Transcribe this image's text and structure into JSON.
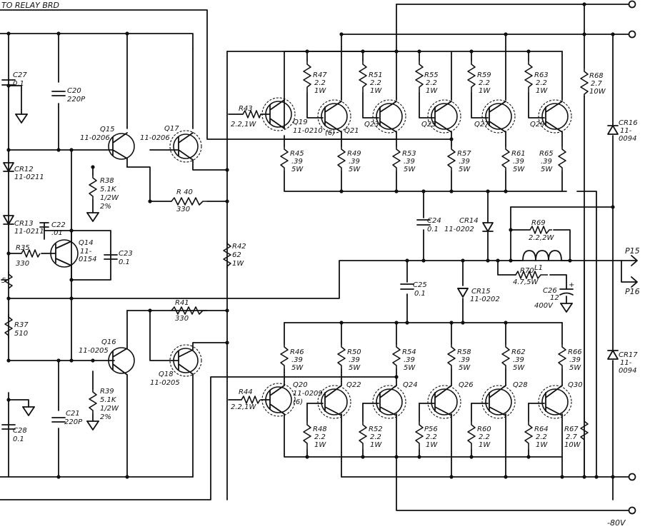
{
  "title_text": "TO RELAY BRD",
  "transistors": [
    {
      "ref": "Q15",
      "part": "11-0206"
    },
    {
      "ref": "Q17",
      "part": "11-0206"
    },
    {
      "ref": "Q14",
      "part": "11-",
      "part2": "0154"
    },
    {
      "ref": "Q16",
      "part": "11-0205"
    },
    {
      "ref": "Q18",
      "part": "11-0205"
    },
    {
      "ref": "Q19",
      "part": "11-0210",
      "extra": "(6)"
    },
    {
      "ref": "Q21"
    },
    {
      "ref": "Q23"
    },
    {
      "ref": "Q25"
    },
    {
      "ref": "Q27"
    },
    {
      "ref": "Q29"
    },
    {
      "ref": "Q20",
      "part": "11-0209",
      "extra": "(6)"
    },
    {
      "ref": "Q22"
    },
    {
      "ref": "Q24"
    },
    {
      "ref": "Q26"
    },
    {
      "ref": "Q28"
    },
    {
      "ref": "Q30"
    }
  ],
  "resistors": {
    "R43": {
      "ref": "R43",
      "val": "2.2,1W"
    },
    "R44": {
      "ref": "R44",
      "val": "2.2,1W"
    },
    "R47": {
      "ref": "R47",
      "v1": "2.2",
      "v2": "1W"
    },
    "R51": {
      "ref": "R51",
      "v1": "2.2",
      "v2": "1W"
    },
    "R55": {
      "ref": "R55",
      "v1": "2.2",
      "v2": "1W"
    },
    "R59": {
      "ref": "R59",
      "v1": "2.2",
      "v2": "1W"
    },
    "R63": {
      "ref": "R63",
      "v1": "2.2",
      "v2": "1W"
    },
    "R68": {
      "ref": "R68",
      "v1": "2.7",
      "v2": "10W"
    },
    "R45": {
      "ref": "R45",
      "v1": ".39",
      "v2": "5W"
    },
    "R49": {
      "ref": "R49",
      "v1": ".39",
      "v2": "5W"
    },
    "R53": {
      "ref": "R53",
      "v1": ".39",
      "v2": "5W"
    },
    "R57": {
      "ref": "R57",
      "v1": ".39",
      "v2": "5W"
    },
    "R61": {
      "ref": "R61",
      "v1": ".39",
      "v2": "5W"
    },
    "R65": {
      "ref": "R65",
      "v1": ".39",
      "v2": "5W"
    },
    "R46": {
      "ref": "R46",
      "v1": ".39",
      "v2": "5W"
    },
    "R50": {
      "ref": "R50",
      "v1": ".39",
      "v2": "5W"
    },
    "R54": {
      "ref": "R54",
      "v1": ".39",
      "v2": "5W"
    },
    "R58": {
      "ref": "R58",
      "v1": ".39",
      "v2": "5W"
    },
    "R62": {
      "ref": "R62",
      "v1": ".39",
      "v2": "5W"
    },
    "R66": {
      "ref": "R66",
      "v1": ".39",
      "v2": "5W"
    },
    "R48": {
      "ref": "R48",
      "v1": "2.2",
      "v2": "1W"
    },
    "R52": {
      "ref": "R52",
      "v1": "2.2",
      "v2": "1W"
    },
    "R56": {
      "ref": "P56",
      "v1": "2.2",
      "v2": "1W"
    },
    "R60": {
      "ref": "R60",
      "v1": "2.2",
      "v2": "1W"
    },
    "R64": {
      "ref": "R64",
      "v1": "2.2",
      "v2": "1W"
    },
    "R67": {
      "ref": "R67",
      "v1": "2.7",
      "v2": "10W"
    },
    "R38": {
      "ref": "R38",
      "v1": "5.1K",
      "v2": "1/2W",
      "v3": "2%"
    },
    "R39": {
      "ref": "R39",
      "v1": "5.1K",
      "v2": "1/2W",
      "v3": "2%"
    },
    "R40": {
      "ref": "R 40",
      "val": "330"
    },
    "R41": {
      "ref": "R41",
      "val": "330"
    },
    "R42": {
      "ref": "R42",
      "v1": "62",
      "v2": "1W"
    },
    "R35": {
      "ref": "R35",
      "val": "330"
    },
    "R37": {
      "ref": "R37",
      "val": "510"
    },
    "R69": {
      "ref": "R69",
      "val": "2.2,2W"
    },
    "R70": {
      "ref": "R70",
      "val": "4.7,5W"
    }
  },
  "capacitors": {
    "C27": {
      "ref": "C27",
      "val": "0.1"
    },
    "C20": {
      "ref": "C20",
      "val": "220P"
    },
    "C22": {
      "ref": "C22",
      "val": ".01"
    },
    "C23": {
      "ref": "C23",
      "val": "0.1"
    },
    "C21": {
      "ref": "C21",
      "val": "220P"
    },
    "C28": {
      "ref": "C28",
      "val": "0.1"
    },
    "C24": {
      "ref": "C24",
      "val": "0.1"
    },
    "C25": {
      "ref": "C25",
      "val": "0.1"
    },
    "C26": {
      "ref": "C26",
      "v1": "12",
      "v2": "400V",
      "plus": "+"
    }
  },
  "diodes": {
    "CR12": {
      "ref": "CR12",
      "val": "11-0211"
    },
    "CR13": {
      "ref": "CR13",
      "val": "11-0211"
    },
    "CR14": {
      "ref": "CR14",
      "val": "11-0202"
    },
    "CR15": {
      "ref": "CR15",
      "val": "11-0202"
    },
    "CR16": {
      "ref": "CR16",
      "v1": "11-",
      "v2": "0094"
    },
    "CR17": {
      "ref": "CR17",
      "v1": "11-",
      "v2": "0094"
    }
  },
  "inductor": {
    "ref": "L1"
  },
  "outputs": {
    "p15": "P15",
    "p16": "P16",
    "neg_rail": "-80V"
  },
  "pot_fragment": "5"
}
